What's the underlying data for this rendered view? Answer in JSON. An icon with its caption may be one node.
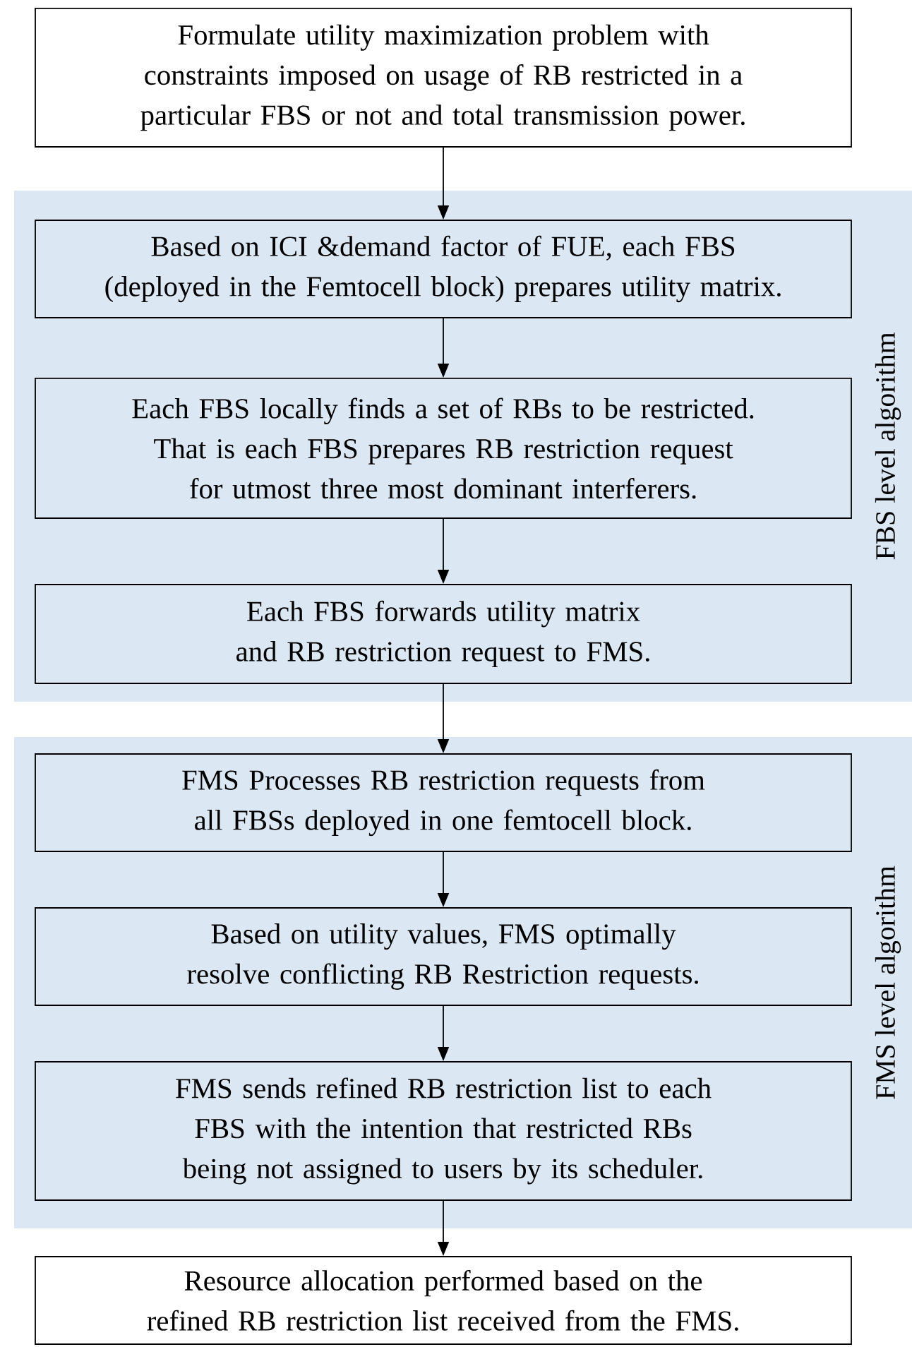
{
  "diagram": {
    "nodes": [
      {
        "text": [
          "Formulate utility maximization problem with constraints imposed on usage of RB restricted in a particular FBS or not and total transmission power."
        ]
      },
      {
        "text": [
          "FBS level algorithm"
        ]
      },
      {
        "text": [
          "Based on ICI &demand factor of FUE, each FBS (deployed in the Femtocell block) prepares utility matrix."
        ],
        "in": 1
      },
      {
        "text": [
          "Each FBS locally finds a set of RBs to be restricted. That is each FBS prepares RB restriction request for utmost three most dominant interferers."
        ],
        "in": 1
      },
      {
        "text": [
          "Each FBS forwards utility matrix and RB restriction request to FMS."
        ],
        "in": 1
      },
      {
        "text": [
          "FMS level algorithm"
        ]
      },
      {
        "text": [
          "FMS Processes RB restriction requests from all FBSs deployed in one femtocell block."
        ],
        "in": 5
      },
      {
        "text": [
          "Based on utility values, FMS optimally resolve conflicting RB Restriction requests."
        ],
        "in": 5
      },
      {
        "text": [
          "FMS sends refined RB restriction list to each FBS with the intention that restricted RBs being not assigned to users by its scheduler."
        ],
        "in": 5
      },
      {
        "text": [
          "Resource allocation performed based on the refined RB restriction list received from the FMS."
        ]
      }
    ],
    "edges": [
      {
        "from": 0,
        "to": 2,
        "arrow": "to"
      },
      {
        "from": 2,
        "to": 3,
        "arrow": "to"
      },
      {
        "from": 3,
        "to": 4,
        "arrow": "to"
      },
      {
        "from": 4,
        "to": 6,
        "arrow": "to"
      },
      {
        "from": 6,
        "to": 7,
        "arrow": "to"
      },
      {
        "from": 7,
        "to": 8,
        "arrow": "to"
      },
      {
        "from": 8,
        "to": 9,
        "arrow": "to"
      }
    ]
  }
}
